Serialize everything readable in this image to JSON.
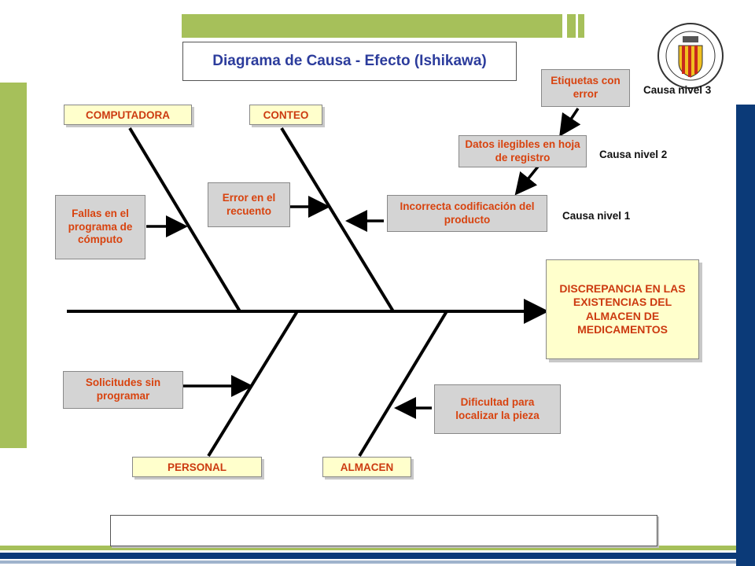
{
  "title": "Diagrama de Causa - Efecto (Ishikawa)",
  "effect": "DISCREPANCIA EN LAS EXISTENCIAS DEL ALMACEN DE MEDICAMENTOS",
  "categories": {
    "computadora": "COMPUTADORA",
    "conteo": "CONTEO",
    "personal": "PERSONAL",
    "almacen": "ALMACEN"
  },
  "causes": {
    "fallas": "Fallas en el programa de cómputo",
    "error_recuento": "Error en el recuento",
    "incorrecta": "Incorrecta codificación del producto",
    "datos": "Datos ilegibles en hoja de registro",
    "etiquetas": "Etiquetas con error",
    "solicitudes": "Solicitudes sin programar",
    "dificultad": "Dificultad para localizar la pieza"
  },
  "levels": {
    "nivel1": "Causa nivel 1",
    "nivel2": "Causa nivel 2",
    "nivel3": "Causa nivel 3"
  },
  "colors": {
    "accent_green": "#a6c05a",
    "navy": "#0b3a78",
    "title_blue": "#2c3c9c",
    "label_orange": "#cc3a10"
  }
}
